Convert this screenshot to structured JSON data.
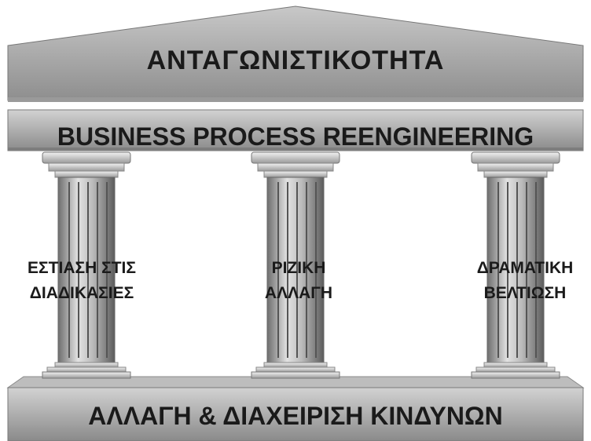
{
  "title": "ΑΝΤΑΓΩΝΙΣΤΙΚΟΤΗΤΑ",
  "band": "BUSINESS PROCESS REENGINEERING",
  "base": "ΑΛΛΑΓΗ & ΔΙΑΧΕΙΡΙΣΗ ΚΙΝΔΥΝΩΝ",
  "pillars": [
    {
      "line1": "ΕΣΤΙΑΣΗ ΣΤΙΣ",
      "line2": "ΔΙΑΔΙΚΑΣΙΕΣ"
    },
    {
      "line1": "ΡΙΖΙΚΗ",
      "line2": "ΑΛΛΑΓΗ"
    },
    {
      "line1": "ΔΡΑΜΑΤΙΚΗ",
      "line2": "ΒΕΛΤΙΩΣΗ"
    }
  ]
}
